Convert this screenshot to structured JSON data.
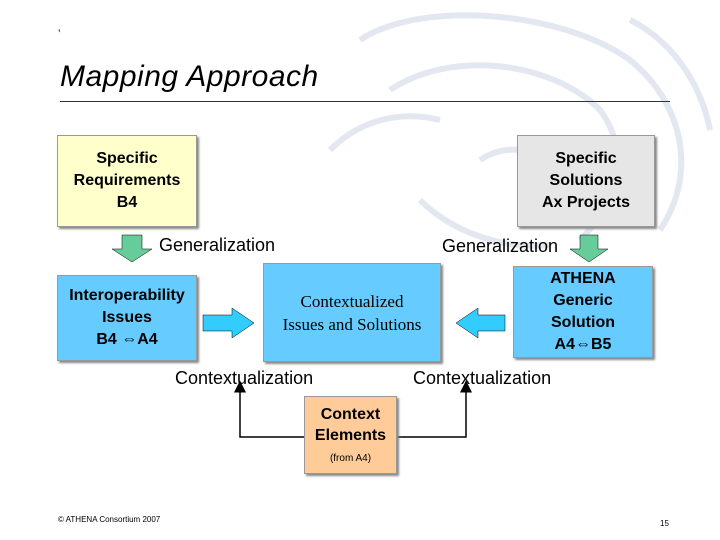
{
  "slide": {
    "corner_mark": "’",
    "title": "Mapping Approach",
    "footer": "© ATHENA Consortium 2007",
    "page_number": "15"
  },
  "boxes": {
    "specific_requirements": "Specific\nRequirements\nB4",
    "specific_solutions": "Specific\nSolutions\nAx Projects",
    "interoperability_issues": "Interoperability\nIssues\nB4 ⇔A4",
    "contextualized": "Contextualized\nIssues and Solutions",
    "athena_generic_solution": "ATHENA\nGeneric\nSolution\nA4⇔B5",
    "context_elements": "Context\nElements",
    "context_elements_source": "(from A4)"
  },
  "labels": {
    "generalization_left": "Generalization",
    "generalization_right": "Generalization",
    "contextualization_left": "Contextualization",
    "contextualization_right": "Contextualization"
  },
  "colors": {
    "requirements_fill": "#ffffcc",
    "solutions_fill": "#e6e6e6",
    "blue_fill": "#66ccff",
    "context_fill": "#ffcc99",
    "arrow_fill": "#33ccff",
    "arrow_down_fill": "#66cc99"
  }
}
